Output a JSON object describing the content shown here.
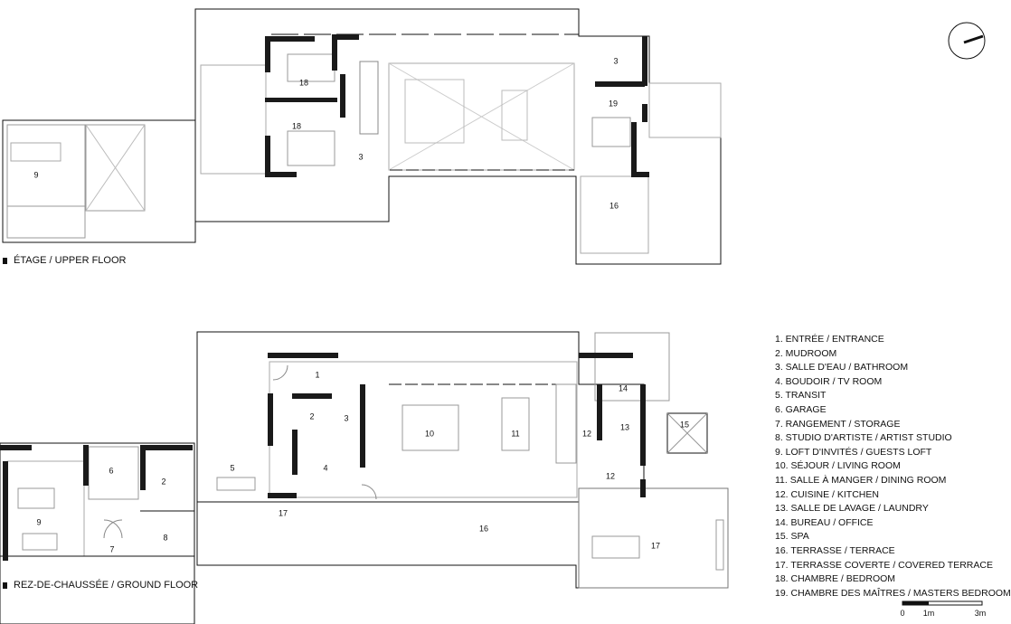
{
  "floors": {
    "upper": {
      "title": "ÉTAGE / UPPER FLOOR"
    },
    "ground": {
      "title": "REZ-DE-CHAUSSÉE / GROUND FLOOR"
    }
  },
  "upper_labels": [
    "18",
    "18",
    "3",
    "9",
    "3",
    "19",
    "16"
  ],
  "ground_labels": [
    "1",
    "2",
    "3",
    "4",
    "5",
    "6",
    "2",
    "9",
    "7",
    "8",
    "10",
    "11",
    "12",
    "14",
    "13",
    "12",
    "15",
    "16",
    "17",
    "17"
  ],
  "legend": [
    "1. ENTRÉE / ENTRANCE",
    "2. MUDROOM",
    "3. SALLE D'EAU / BATHROOM",
    "4. BOUDOIR / TV ROOM",
    "5. TRANSIT",
    "6. GARAGE",
    "7. RANGEMENT / STORAGE",
    "8. STUDIO D'ARTISTE / ARTIST STUDIO",
    "9. LOFT D'INVITÉS / GUESTS LOFT",
    "10. SÉJOUR / LIVING ROOM",
    "11. SALLE À MANGER / DINING ROOM",
    "12. CUISINE / KITCHEN",
    "13. SALLE DE LAVAGE / LAUNDRY",
    "14. BUREAU / OFFICE",
    "15. SPA",
    "16. TERRASSE / TERRACE",
    "17. TERRASSE COVERTE / COVERED TERRACE",
    "18. CHAMBRE / BEDROOM",
    "19. CHAMBRE DES MAÎTRES / MASTERS BEDROOM"
  ],
  "scale": {
    "ticks": [
      "0",
      "1m",
      "3m"
    ]
  },
  "colors": {
    "ink": "#111111",
    "light": "#9a9a9a",
    "wall": "#1a1a1a"
  },
  "icons": {
    "north": "north-arrow-icon"
  }
}
